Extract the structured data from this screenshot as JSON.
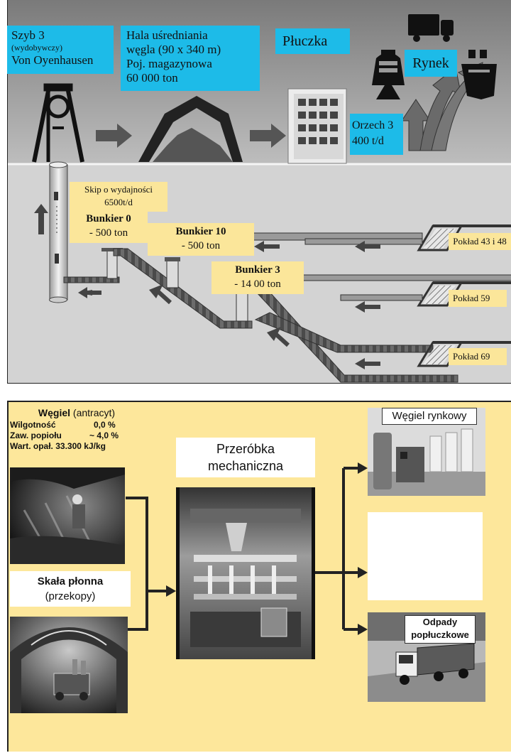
{
  "top": {
    "shaft": {
      "line1": "Szyb 3",
      "line2": "(wydobywczy)",
      "line3": "Von Oyenhausen"
    },
    "hall": {
      "line1": "Hala uśredniania",
      "line2": "węgla (90 x 340 m)",
      "line3": "Poj. magazynowa",
      "line4": "60 000 ton"
    },
    "washery": "Płuczka",
    "nut": {
      "line1": "Orzech 3",
      "line2": "400 t/d"
    },
    "market": "Rynek"
  },
  "underground": {
    "skip": {
      "line1": "Skip o wydajności",
      "line2": "6500t/d"
    },
    "bunker0": {
      "name": "Bunkier  0",
      "cap": "- 500 ton"
    },
    "bunker10": {
      "name": "Bunkier  10",
      "cap": "- 500 ton"
    },
    "bunker3": {
      "name": "Bunkier  3",
      "cap": "- 14 00 ton"
    },
    "seams": [
      "Pokład 43 i 48",
      "Pokład 59",
      "Pokład 69"
    ]
  },
  "bottom": {
    "coal": {
      "title_bold": "Węgiel",
      "title_rest": " (antracyt)",
      "moist_label": "Wilgotność",
      "moist_val": "0,0 %",
      "ash_label": "Zaw. popiołu",
      "ash_val": "~ 4,0 %",
      "cal": "Wart. opał. 33.300 kJ/kg"
    },
    "rock": {
      "title": "Skała płonna",
      "sub": "(przekopy)"
    },
    "processing": {
      "line1": "Przeróbka",
      "line2": "mechaniczna"
    },
    "market_coal": "Węgiel rynkowy",
    "waste": {
      "line1": "Odpady",
      "line2": "popłuczkowe"
    }
  },
  "colors": {
    "cyan": "#1dbbe8",
    "label_yellow": "#fbe69a",
    "panel_yellow": "#fde79b",
    "sky": "#8c8c8c",
    "ground": "#d3d3d3"
  }
}
